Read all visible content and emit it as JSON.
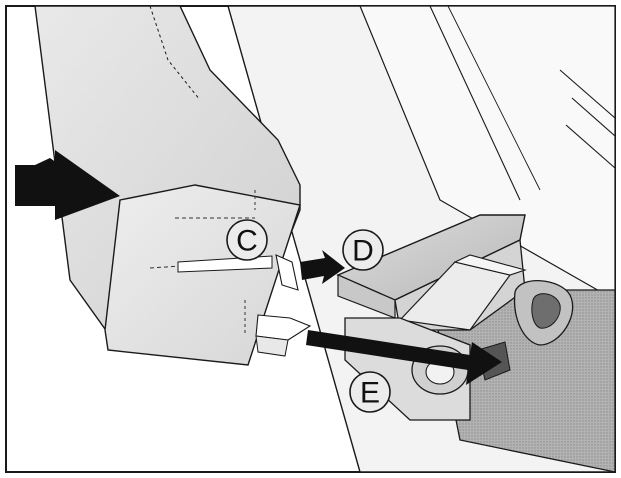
{
  "diagram": {
    "callouts": [
      {
        "id": "c",
        "label": "C"
      },
      {
        "id": "d",
        "label": "D"
      },
      {
        "id": "e",
        "label": "E"
      }
    ],
    "colors": {
      "outline": "#1a1a1a",
      "panel_light": "#f4f4f4",
      "panel_mid": "#e2e2e2",
      "panel_dark": "#cfcfcf",
      "hatch": "#9a9a9a",
      "arrow": "#111111",
      "callout_fill": "#ececec"
    }
  }
}
